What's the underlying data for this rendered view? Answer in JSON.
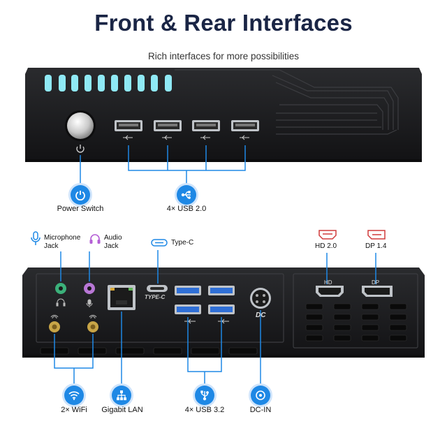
{
  "header": {
    "title": "Front & Rear Interfaces",
    "subtitle": "Rich interfaces for more possibilities"
  },
  "front": {
    "power_label": "Power Switch",
    "usb_label": "4× USB 2.0"
  },
  "rear": {
    "microphone_label_1": "Microphone",
    "microphone_label_2": "Jack",
    "audio_label_1": "Audio",
    "audio_label_2": "Jack",
    "typec_label": "Type-C",
    "typec_port_text": "TYPE-C",
    "hd_label": "HD 2.0",
    "dp_label": "DP 1.4",
    "hd_port_text": "HD",
    "dp_port_text": "DP",
    "dc_port_text": "DC",
    "wifi_label": "2× WiFi",
    "lan_label": "Gigabit LAN",
    "usb32_label": "4× USB 3.2",
    "dcin_label": "DC-IN"
  },
  "colors": {
    "accent": "#1e88e5",
    "title": "#1a2545",
    "case": "#1b1b1d",
    "vent_glow": "#8fe9f5"
  }
}
